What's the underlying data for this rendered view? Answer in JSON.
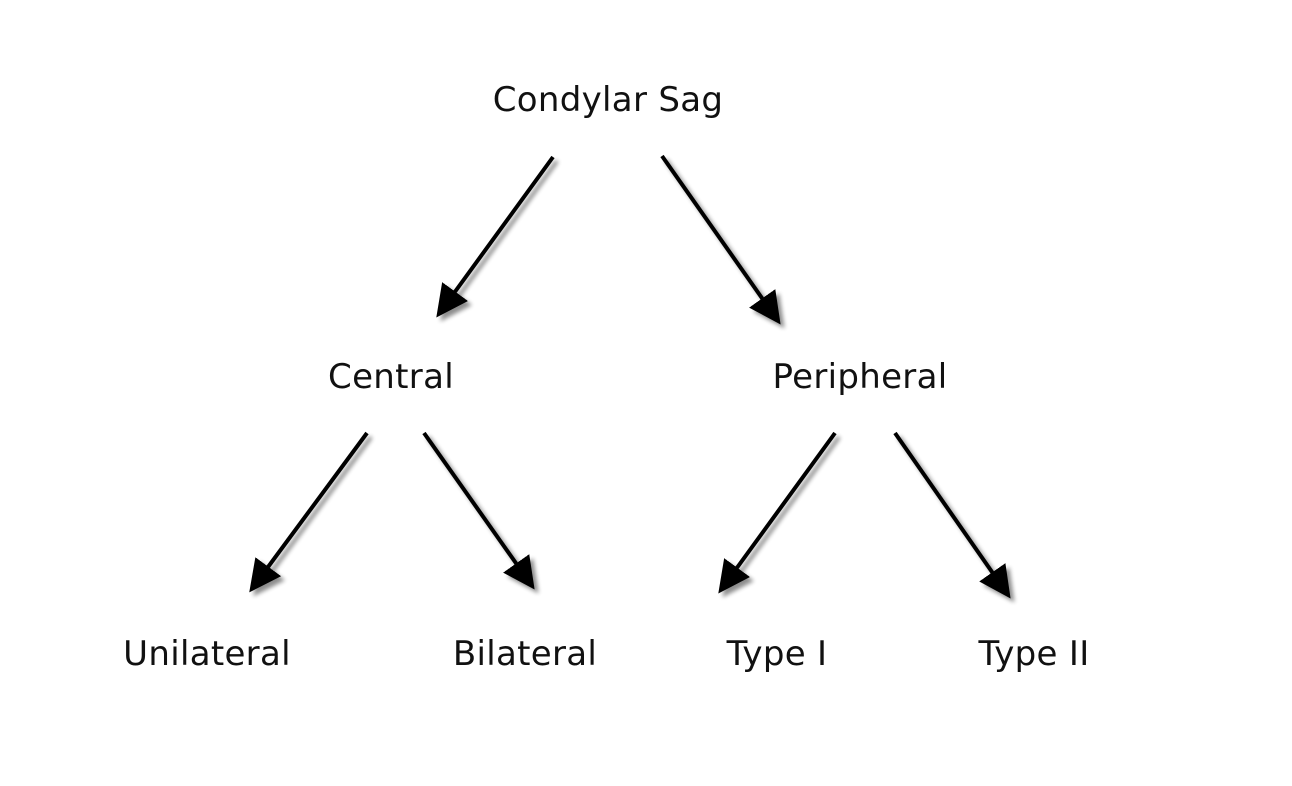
{
  "diagram": {
    "root": {
      "label": "Condylar Sag"
    },
    "level1": {
      "left": {
        "label": "Central"
      },
      "right": {
        "label": "Peripheral"
      }
    },
    "level2": {
      "central_left": {
        "label": "Unilateral"
      },
      "central_right": {
        "label": "Bilateral"
      },
      "peripheral_left": {
        "label": "Type I"
      },
      "peripheral_right": {
        "label": "Type II"
      }
    },
    "colors": {
      "text": "#111111",
      "arrow": "#000000",
      "background": "#ffffff"
    }
  }
}
